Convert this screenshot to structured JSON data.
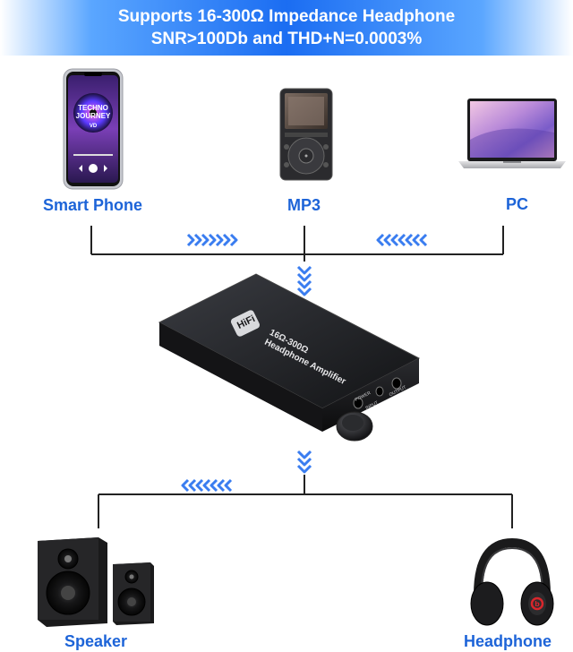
{
  "banner": {
    "line1": "Supports 16-300Ω Impedance Headphone",
    "line2": "SNR>100Db and THD+N=0.0003%"
  },
  "sources": {
    "phone_label": "Smart Phone",
    "mp3_label": "MP3",
    "pc_label": "PC",
    "phone_screen_text": "TECHNO JOURNEY",
    "phone_screen_sub": "VD"
  },
  "amplifier": {
    "badge": "HiFi",
    "line1": "16Ω-300Ω",
    "line2": "Headphone Amplifier",
    "port_power": "POWER",
    "port_input": "INPUT",
    "port_output": "OUTPUT"
  },
  "outputs": {
    "speaker_label": "Speaker",
    "headphone_label": "Headphone"
  },
  "colors": {
    "accent": "#1d64d8",
    "arrow": "#3a7df0",
    "line": "#222222"
  },
  "icons": [
    "smartphone-icon",
    "mp3-player-icon",
    "laptop-icon",
    "amplifier-icon",
    "speaker-icon",
    "headphone-icon",
    "chevron-right-icon",
    "chevron-left-icon",
    "chevron-down-icon"
  ]
}
